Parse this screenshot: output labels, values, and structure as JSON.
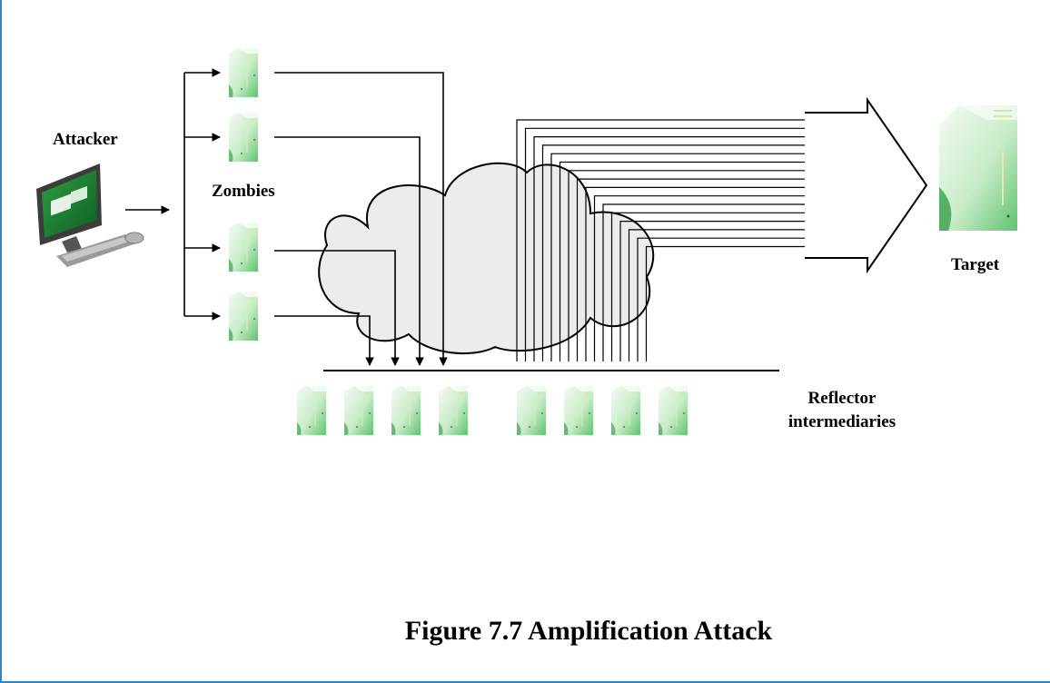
{
  "labels": {
    "attacker": "Attacker",
    "zombies": "Zombies",
    "target": "Target",
    "reflector_line1": "Reflector",
    "reflector_line2": "intermediaries"
  },
  "caption": "Figure 7.7 Amplification Attack",
  "icons": {
    "attacker": "desktop-computer-icon",
    "zombie": "server-icon",
    "reflector": "server-icon",
    "target": "server-icon",
    "network": "cloud-icon",
    "flood": "big-arrow-icon"
  },
  "colors": {
    "server_light": "#e8f6e8",
    "server_dark": "#5fc36f",
    "cloud_fill": "#ececec",
    "line": "#000000",
    "frame": "#2e86c1"
  },
  "counts": {
    "zombies": 4,
    "reflectors": 8,
    "flood_streams": 16
  }
}
